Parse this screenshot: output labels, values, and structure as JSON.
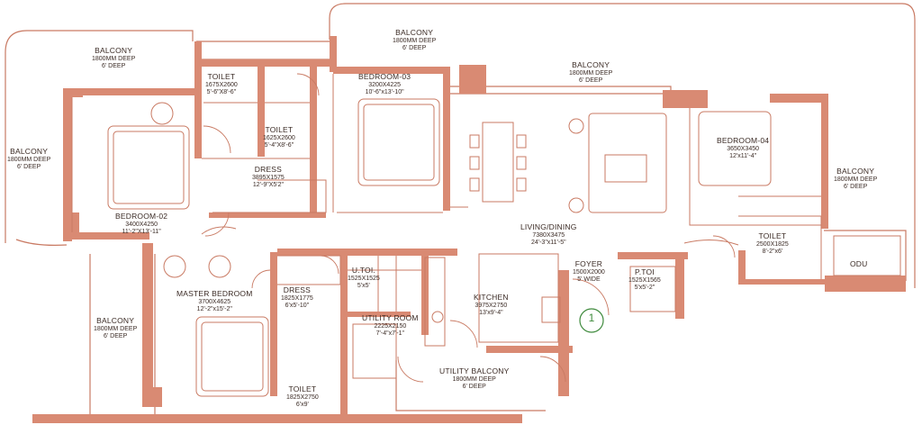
{
  "colors": {
    "wall": "#d98a73",
    "line": "#c97a63",
    "text": "#3a2a24",
    "mark": "#3e8a3c"
  },
  "rooms": {
    "balcony_top_left": {
      "name": "BALCONY",
      "d1": "1800MM DEEP",
      "d2": "6' DEEP"
    },
    "balcony_top_mid": {
      "name": "BALCONY",
      "d1": "1800MM DEEP",
      "d2": "6' DEEP"
    },
    "balcony_top_right": {
      "name": "BALCONY",
      "d1": "1800MM DEEP",
      "d2": "6' DEEP"
    },
    "balcony_left": {
      "name": "BALCONY",
      "d1": "1800MM DEEP",
      "d2": "6' DEEP"
    },
    "balcony_right": {
      "name": "BALCONY",
      "d1": "1800MM DEEP",
      "d2": "6' DEEP"
    },
    "balcony_bottom_left": {
      "name": "BALCONY",
      "d1": "1800MM DEEP",
      "d2": "6' DEEP"
    },
    "toilet_1": {
      "name": "TOILET",
      "d1": "1675X2600",
      "d2": "5'-6\"X8'-6\""
    },
    "toilet_2": {
      "name": "TOILET",
      "d1": "1625X2600",
      "d2": "5'-4\"X8'-6\""
    },
    "bedroom_03": {
      "name": "BEDROOM-03",
      "d1": "3200X4225",
      "d2": "10'-6\"x13'-10\""
    },
    "bedroom_02": {
      "name": "BEDROOM-02",
      "d1": "3400X4250",
      "d2": "11'-2\"X13'-11\""
    },
    "dress_1": {
      "name": "DRESS",
      "d1": "3895X1575",
      "d2": "12'-9\"X5'2\""
    },
    "bedroom_04": {
      "name": "BEDROOM-04",
      "d1": "3650X3450",
      "d2": "12'x11'-4\""
    },
    "living": {
      "name": "LIVING/DINING",
      "d1": "7380X3475",
      "d2": "24'-3\"x11'-5\""
    },
    "toilet_4": {
      "name": "TOILET",
      "d1": "2500X1825",
      "d2": "8'-2\"x6'"
    },
    "odu": {
      "name": "ODU"
    },
    "foyer": {
      "name": "FOYER",
      "d1": "1500X2000",
      "d2": "5' WIDE"
    },
    "ptoi": {
      "name": "P.TOI",
      "d1": "1525X1565",
      "d2": "5'x5'-2\""
    },
    "master": {
      "name": "MASTER BEDROOM",
      "d1": "3700X4625",
      "d2": "12'-2\"x15'-2\""
    },
    "dress_2": {
      "name": "DRESS",
      "d1": "1825X1775",
      "d2": "6'x5'-10\""
    },
    "utoi": {
      "name": "U.TOI.",
      "d1": "1525X1525",
      "d2": "5'x5'"
    },
    "kitchen": {
      "name": "KITCHEN",
      "d1": "3975X2750",
      "d2": "13'x9'-4\""
    },
    "utility_room": {
      "name": "UTILITY ROOM",
      "d1": "2225X2150",
      "d2": "7'-4\"x7'-1\""
    },
    "utility_balcony": {
      "name": "UTILITY BALCONY",
      "d1": "1800MM DEEP",
      "d2": "6' DEEP"
    },
    "toilet_3": {
      "name": "TOILET",
      "d1": "1825X2750",
      "d2": "6'x9'"
    }
  },
  "entrance_marker": "1"
}
